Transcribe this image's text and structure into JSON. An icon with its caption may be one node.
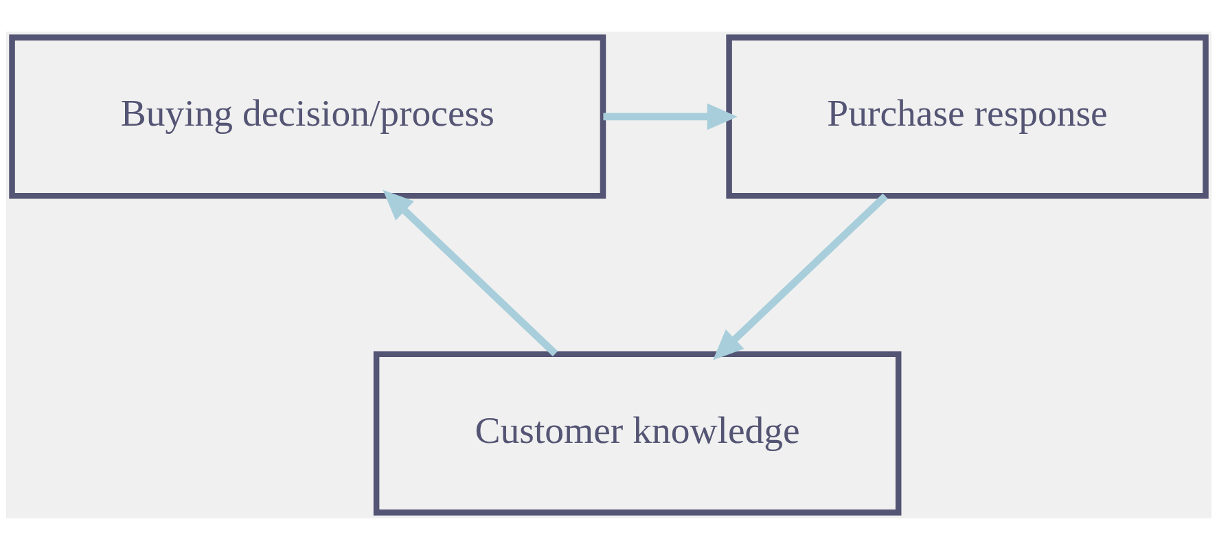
{
  "diagram": {
    "nodes": [
      {
        "text": [
          "Purchase response"
        ]
      },
      {
        "text": [
          "Buying decision/process"
        ]
      },
      {
        "text": [
          "Customer knowledge"
        ]
      }
    ],
    "edges": [
      {
        "from": 1,
        "to": 0,
        "arrow": "to"
      },
      {
        "from": 0,
        "to": 2,
        "arrow": "to"
      },
      {
        "from": 2,
        "to": 1,
        "arrow": "to"
      }
    ]
  }
}
